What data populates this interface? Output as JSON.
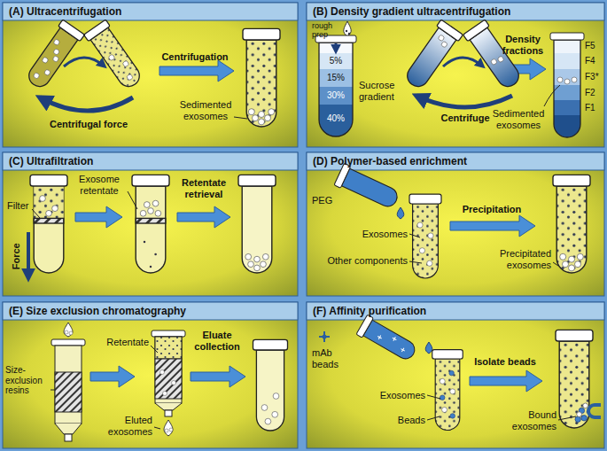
{
  "diagram": {
    "nodes": [
      {
        "text": [
          "(A) Ultracentrifugation"
        ]
      },
      {
        "text": [
          "(B) Density gradient ultracentrifugation"
        ]
      },
      {
        "text": [
          "(C) Ultrafiltration"
        ]
      },
      {
        "text": [
          "(D) Polymer-based enrichment"
        ]
      },
      {
        "text": [
          "(E) Size exclusion chromatography"
        ]
      },
      {
        "text": [
          "(F) Affinity purification"
        ]
      }
    ],
    "labels": [
      "Centrifugation",
      "Centrifugal force",
      "Sedimented exosomes",
      "rough prep",
      "5%",
      "15%",
      "30%",
      "40%",
      "Sucrose gradient",
      "Centrifuge",
      "Density fractions",
      "F5",
      "F4",
      "F3*",
      "F2",
      "F1",
      "Sedimented exosomes",
      "Filter",
      "Force",
      "Exosome retentate",
      "Retentate retrieval",
      "PEG",
      "Exosomes",
      "Other components",
      "Precipitation",
      "Precipitated exosomes",
      "Size-exclusion resins",
      "Retentate",
      "Eluted exosomes",
      "Eluate collection",
      "mAb beads",
      "Exosomes",
      "Beads",
      "Isolate beads",
      "Bound exosomes"
    ]
  }
}
